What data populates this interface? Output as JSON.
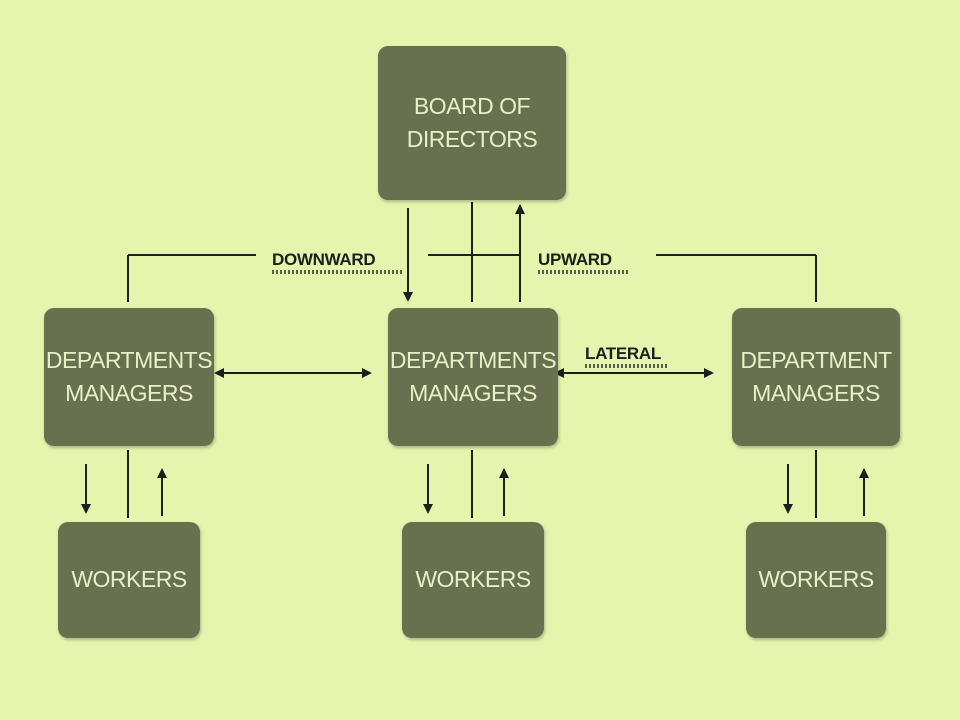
{
  "diagram": {
    "boxes": {
      "board": [
        "BOARD OF",
        "DIRECTORS"
      ],
      "manager_left": [
        "DEPARTMENTS",
        "MANAGERS"
      ],
      "manager_center": [
        "DEPARTMENTS",
        "MANAGERS"
      ],
      "manager_right": [
        "DEPARTMENT",
        "MANAGERS"
      ],
      "workers_left": "WORKERS",
      "workers_center": "WORKERS",
      "workers_right": "WORKERS"
    },
    "labels": {
      "downward": "DOWNWARD",
      "upward": "UPWARD",
      "lateral": "LATERAL"
    },
    "colors": {
      "background": "#e6f5ae",
      "box": "#68704f",
      "box_text": "#e9efc6",
      "line": "#1e1e1e"
    }
  }
}
